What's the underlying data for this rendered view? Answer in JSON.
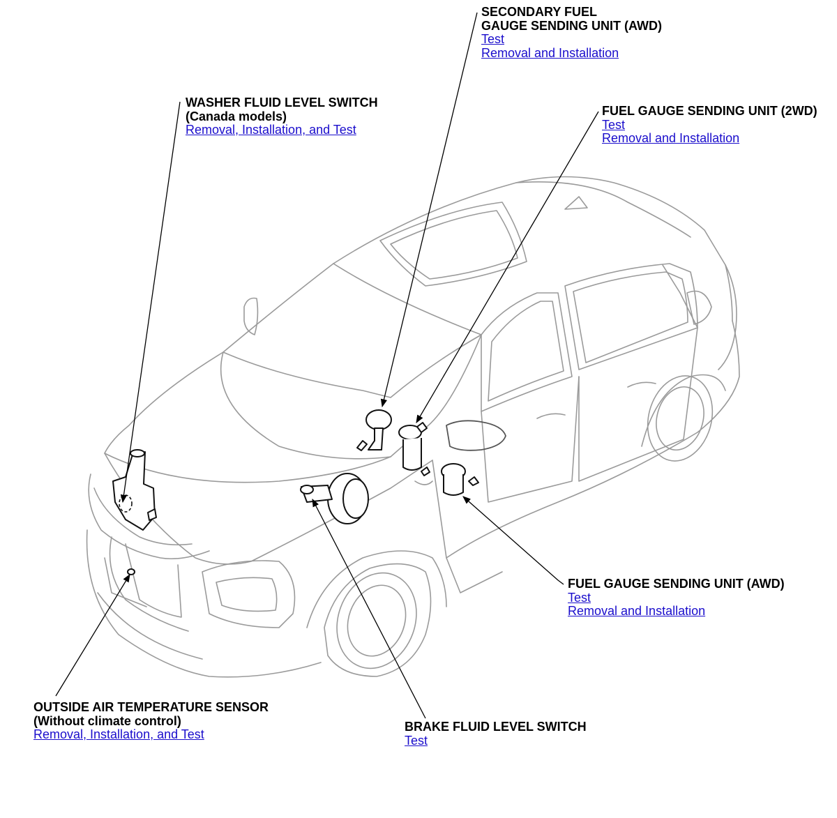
{
  "callouts": {
    "secondary_fuel": {
      "title_line1": "SECONDARY FUEL",
      "title_line2": "GAUGE SENDING UNIT (AWD)",
      "link_test": "Test",
      "link_removal": "Removal and Installation"
    },
    "washer_fluid": {
      "title_line1": "WASHER FLUID LEVEL SWITCH",
      "title_line2": "(Canada models)",
      "link_removal": "Removal, Installation, and Test"
    },
    "fuel_2wd": {
      "title_line1": "FUEL GAUGE SENDING UNIT (2WD)",
      "link_test": "Test",
      "link_removal": "Removal and Installation"
    },
    "fuel_awd": {
      "title_line1": "FUEL GAUGE SENDING UNIT (AWD)",
      "link_test": "Test",
      "link_removal": "Removal and Installation"
    },
    "outside_air": {
      "title_line1": "OUTSIDE AIR TEMPERATURE SENSOR",
      "title_line2": "(Without climate control)",
      "link_removal": "Removal, Installation, and Test"
    },
    "brake_fluid": {
      "title_line1": "BRAKE FLUID LEVEL SWITCH",
      "link_test": "Test"
    }
  },
  "colors": {
    "link": "#1a0dcc",
    "text": "#000000",
    "car_outline": "#9a9a9a"
  }
}
